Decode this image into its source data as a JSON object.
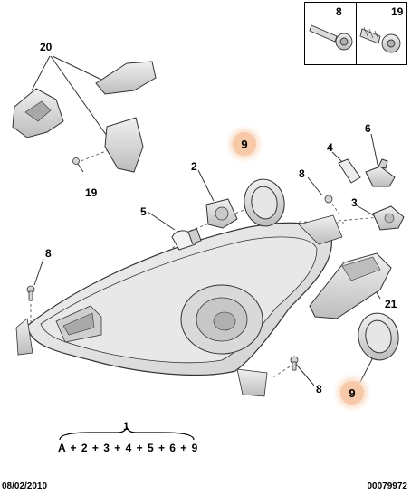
{
  "labels": {
    "l20": "20",
    "l19a": "19",
    "l2": "2",
    "l5": "5",
    "l8a": "8",
    "l9a": "9",
    "l4": "4",
    "l6": "6",
    "l8b": "8",
    "l3": "3",
    "l21": "21",
    "l8c": "8",
    "l9b": "9",
    "l1": "1",
    "inset_left": "8",
    "inset_right": "19"
  },
  "formula": "A + 2 + 3 + 4 + 5 + 6 + 9",
  "footer": {
    "date": "08/02/2010",
    "code": "00079972"
  },
  "colors": {
    "highlight": "#f7c9a8",
    "line": "#333333",
    "part_fill": "#e6e6e6",
    "part_dark": "#b5b5b5"
  }
}
